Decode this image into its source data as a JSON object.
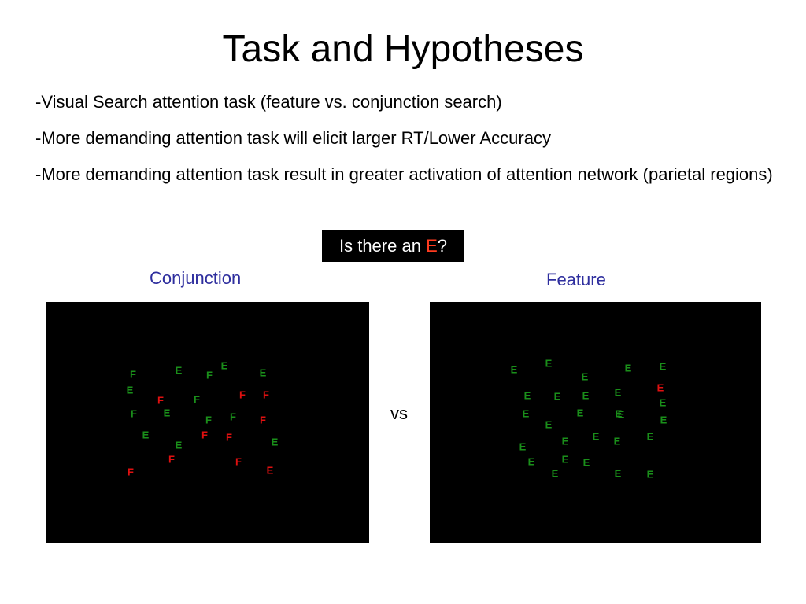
{
  "slide": {
    "title": "Task and Hypotheses",
    "bullets": [
      "-Visual Search attention task (feature vs. conjunction search)",
      "-More demanding attention task will elicit larger RT/Lower Accuracy",
      "-More demanding attention task result in greater activation of attention network (parietal regions)"
    ],
    "question": {
      "prefix": "Is there an ",
      "highlight": "E",
      "suffix": "?"
    },
    "conjunction_label": "Conjunction",
    "feature_label": "Feature",
    "vs_label": "vs"
  },
  "colors": {
    "green": "#1a8f1a",
    "red": "#e01010",
    "label_blue": "#2e2e9e",
    "highlight": "#ff3b1f"
  },
  "conjunction_display": {
    "letters": [
      "F",
      "E",
      "F",
      "E",
      "E",
      "E",
      "F",
      "F",
      "F",
      "F",
      "F",
      "E",
      "F",
      "F",
      "F",
      "E",
      "F",
      "F",
      "E",
      "E",
      "F",
      "F",
      "F",
      "E"
    ],
    "letter_colors": [
      "green",
      "green",
      "green",
      "green",
      "green",
      "green",
      "red",
      "green",
      "red",
      "red",
      "green",
      "green",
      "green",
      "green",
      "red",
      "green",
      "red",
      "red",
      "green",
      "green",
      "red",
      "red",
      "red",
      "red"
    ]
  },
  "feature_display": {
    "letters": [
      "E",
      "E",
      "E",
      "E",
      "E",
      "E",
      "E",
      "E",
      "E",
      "E",
      "E",
      "E",
      "E",
      "E",
      "E",
      "E",
      "E",
      "E",
      "E",
      "E",
      "E",
      "E",
      "E",
      "E",
      "E",
      "E",
      "E",
      "E"
    ],
    "letter_colors": [
      "green",
      "green",
      "green",
      "green",
      "green",
      "red",
      "green",
      "green",
      "green",
      "green",
      "green",
      "green",
      "green",
      "green",
      "green",
      "green",
      "green",
      "green",
      "green",
      "green",
      "green",
      "green",
      "green",
      "green",
      "green",
      "green",
      "green",
      "green"
    ]
  }
}
